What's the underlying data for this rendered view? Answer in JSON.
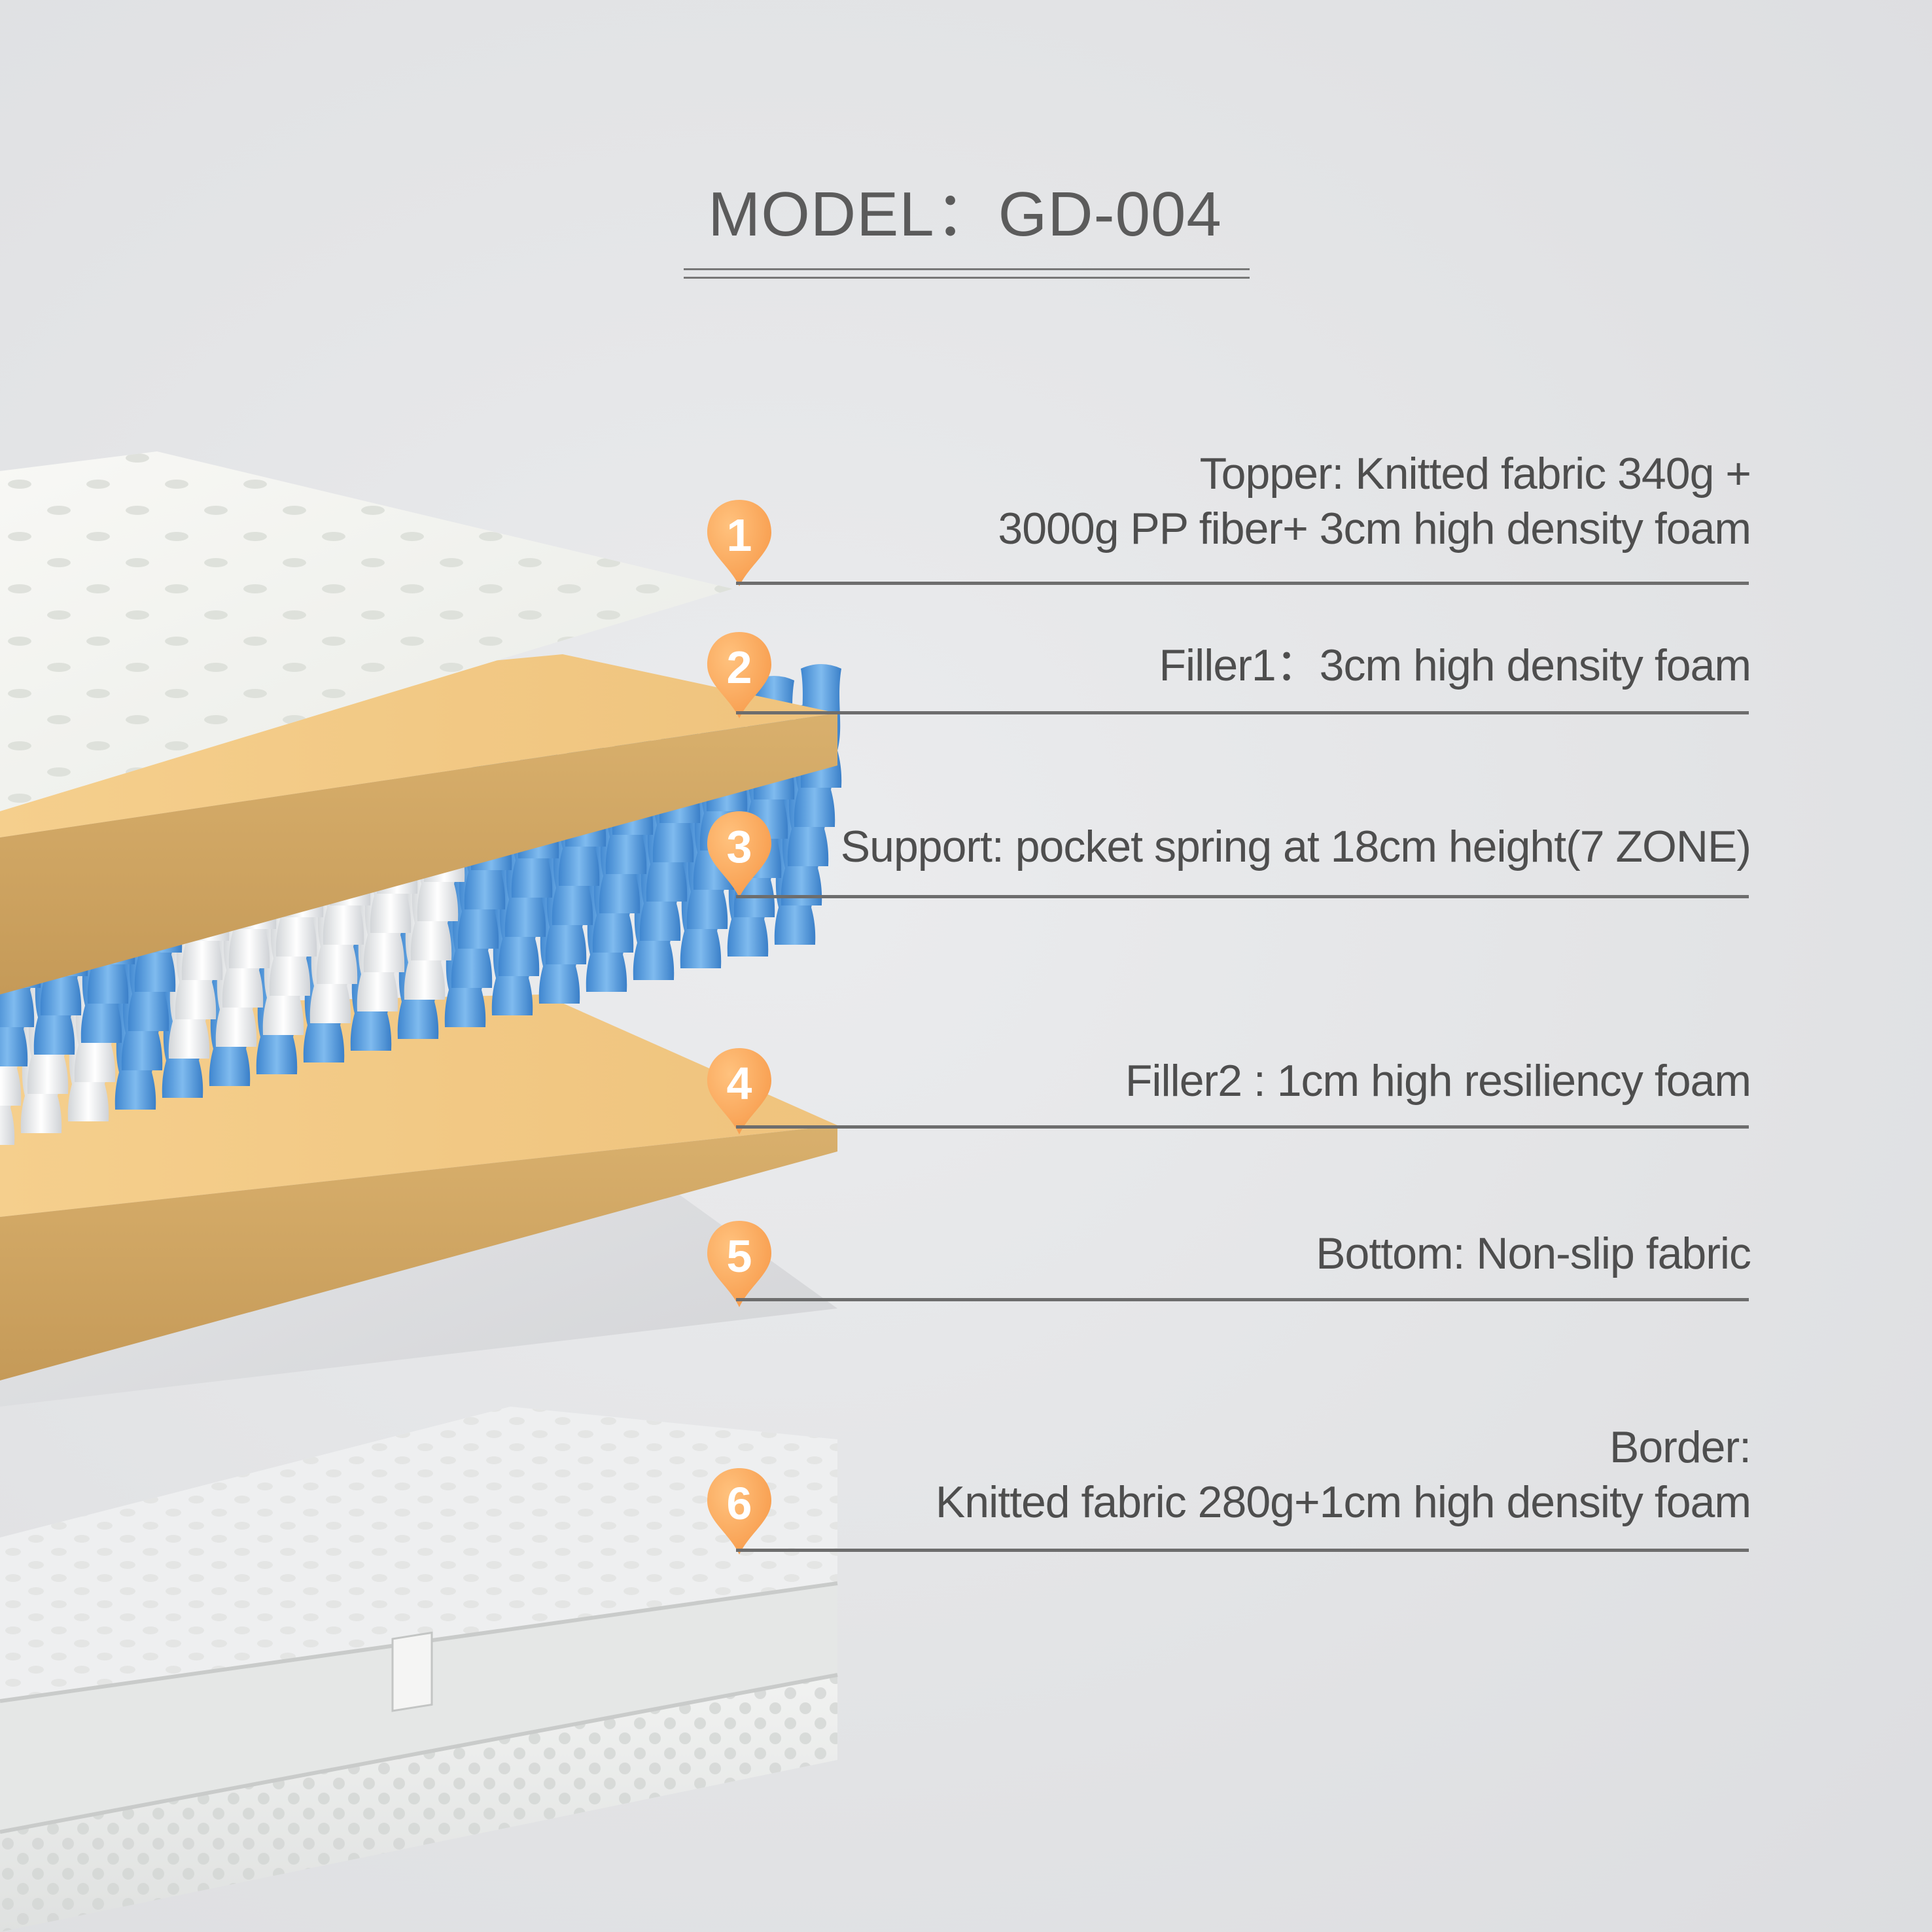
{
  "model_title": "MODEL：GD-004",
  "accent_color": "#f79a4a",
  "layers": [
    {
      "number": "1",
      "lines": [
        "Topper: Knitted fabric 340g +",
        "3000g PP fiber+ 3cm high density foam"
      ]
    },
    {
      "number": "2",
      "lines": [
        "Filler1：3cm high density foam"
      ]
    },
    {
      "number": "3",
      "lines": [
        "Support: pocket spring at 18cm height(7 ZONE)"
      ]
    },
    {
      "number": "4",
      "lines": [
        "Filler2 : 1cm high resiliency foam"
      ]
    },
    {
      "number": "5",
      "lines": [
        "Bottom: Non-slip fabric"
      ]
    },
    {
      "number": "6",
      "lines": [
        "Border:",
        "Knitted fabric 280g+1cm high density foam"
      ]
    }
  ],
  "illustration": {
    "layer_colors": {
      "topper": "#f4f5f2",
      "foam": "#f1c987",
      "foam_side": "#c9a062",
      "spring_blue": "#4e96db",
      "spring_white": "#eceeef",
      "bottom_fabric": "#d7d8da",
      "mattress": "#eceeee"
    }
  }
}
